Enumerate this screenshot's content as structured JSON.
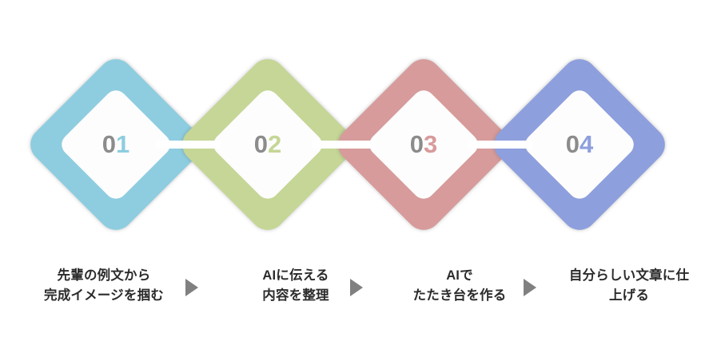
{
  "meta": {
    "kind": "four-step-diamond-process-infographic",
    "background_color": "#ffffff",
    "number_zero_color": "#8c8c8c",
    "arrow_color": "#808080",
    "caption_color": "#2b2b2b",
    "connector_color": "#ffffff"
  },
  "steps": [
    {
      "number": "01",
      "number_prefix": "0",
      "number_digit": "1",
      "color": "#8ecde0",
      "caption_line1": "先輩の例文から",
      "caption_line2": "完成イメージを掴む"
    },
    {
      "number": "02",
      "number_prefix": "0",
      "number_digit": "2",
      "color": "#c5d696",
      "caption_line1": "AIに伝える",
      "caption_line2": "内容を整理"
    },
    {
      "number": "03",
      "number_prefix": "0",
      "number_digit": "3",
      "color": "#d79b9b",
      "caption_line1": "AIで",
      "caption_line2": "たたき台を作る"
    },
    {
      "number": "04",
      "number_prefix": "0",
      "number_digit": "4",
      "color": "#8e9fdd",
      "caption_line1": "自分らしい文章に仕",
      "caption_line2": "上げる"
    }
  ],
  "arrows": [
    {
      "name": "arrow-step1-to-step2",
      "glyph": "▶"
    },
    {
      "name": "arrow-step2-to-step3",
      "glyph": "▶"
    },
    {
      "name": "arrow-step3-to-step4",
      "glyph": "▶"
    }
  ]
}
